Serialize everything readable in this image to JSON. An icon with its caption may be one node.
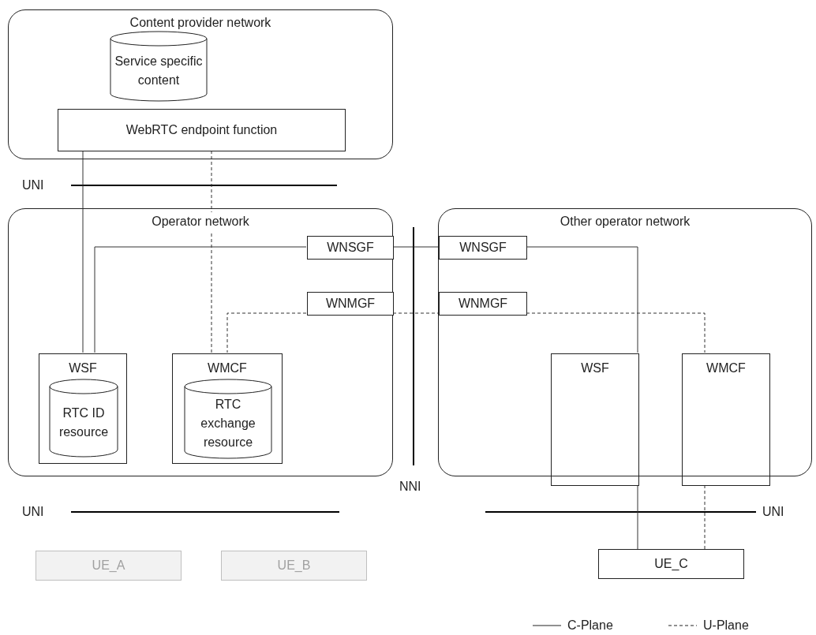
{
  "diagram": {
    "nodes": [
      {
        "text": [
          "Content provider network"
        ]
      },
      {
        "text": [
          "Service specific content"
        ],
        "in": 0
      },
      {
        "text": [
          "WebRTC endpoint function"
        ],
        "in": 0
      },
      {
        "text": [
          "Operator network"
        ]
      },
      {
        "text": [
          "WNSGF"
        ],
        "in": 3
      },
      {
        "text": [
          "WNMGF"
        ],
        "in": 3
      },
      {
        "text": [
          "WSF"
        ],
        "in": 3
      },
      {
        "text": [
          "RTC ID resource"
        ],
        "in": 6
      },
      {
        "text": [
          "WMCF"
        ],
        "in": 3
      },
      {
        "text": [
          "RTC exchange resource"
        ],
        "in": 8
      },
      {
        "text": [
          "Other operator network"
        ]
      },
      {
        "text": [
          "WNSGF"
        ],
        "in": 10
      },
      {
        "text": [
          "WNMGF"
        ],
        "in": 10
      },
      {
        "text": [
          "WSF"
        ],
        "in": 10
      },
      {
        "text": [
          "WMCF"
        ],
        "in": 10
      },
      {
        "text": [
          "UE_A"
        ]
      },
      {
        "text": [
          "UE_B"
        ]
      },
      {
        "text": [
          "UE_C"
        ]
      }
    ],
    "edges": [
      {
        "from": 2,
        "to": 6,
        "arrow": "none"
      },
      {
        "from": 2,
        "to": 8,
        "arrow": "none",
        "style": "dashed"
      },
      {
        "from": 4,
        "to": 6,
        "arrow": "none"
      },
      {
        "from": 4,
        "to": 11,
        "arrow": "none"
      },
      {
        "from": 11,
        "to": 13,
        "arrow": "none"
      },
      {
        "from": 5,
        "to": 8,
        "arrow": "none",
        "style": "dashed"
      },
      {
        "from": 5,
        "to": 12,
        "arrow": "none",
        "style": "dashed"
      },
      {
        "from": 12,
        "to": 14,
        "arrow": "none",
        "style": "dashed"
      },
      {
        "from": 13,
        "to": 17,
        "arrow": "none"
      },
      {
        "from": 14,
        "to": 17,
        "arrow": "none",
        "style": "dashed"
      }
    ],
    "labels": [
      "UNI",
      "NNI",
      "UNI",
      "UNI"
    ],
    "legend": [
      {
        "text": "C-Plane"
      },
      {
        "text": "U-Plane"
      }
    ]
  }
}
